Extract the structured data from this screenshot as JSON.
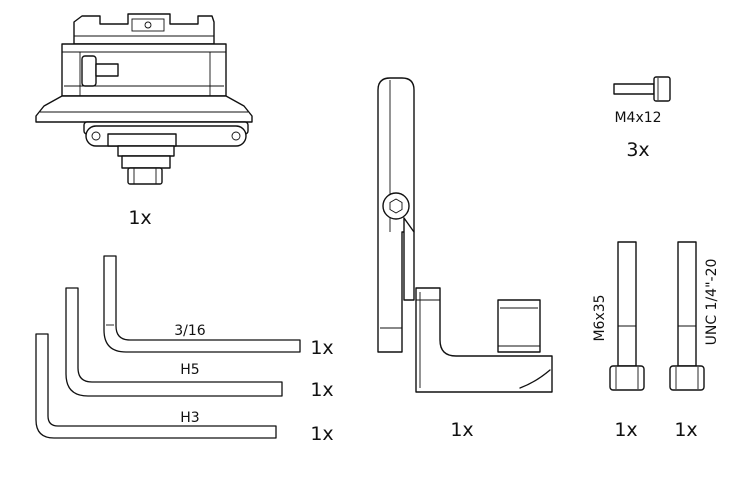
{
  "parts": {
    "mount_head": {
      "qty": "1x"
    },
    "hex_key_3_16": {
      "label": "3/16",
      "qty": "1x"
    },
    "hex_key_h5": {
      "label": "H5",
      "qty": "1x"
    },
    "hex_key_h3": {
      "label": "H3",
      "qty": "1x"
    },
    "bracket_arm": {
      "qty": "1x"
    },
    "screw_m4x12": {
      "label": "M4x12",
      "qty": "3x"
    },
    "bolt_m6x35": {
      "label": "M6x35",
      "qty": "1x"
    },
    "bolt_unc": {
      "label": "UNC 1/4\"-20",
      "qty": "1x"
    }
  },
  "icons": [
    "hex-key-icon",
    "bolt-icon",
    "screw-icon",
    "bracket-icon",
    "mount-head-icon"
  ]
}
